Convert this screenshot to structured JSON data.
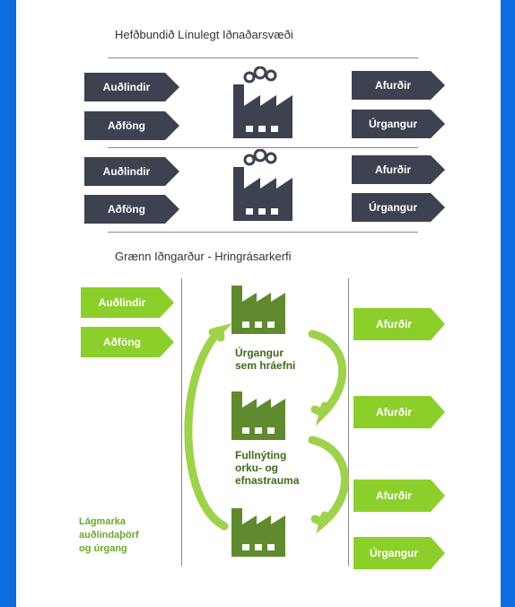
{
  "colors": {
    "background": "#0a6ede",
    "dark_arrow": "#3d4250",
    "green_arrow": "#8ccf2a",
    "green_factory": "#5f8a2e",
    "green_text": "#3e6b1a",
    "note_text": "#6aa829"
  },
  "linear": {
    "title": "Hefðbundið Línulegt Iðnaðarsvæði",
    "block1": {
      "inputs": [
        "Auðlindir",
        "Aðföng"
      ],
      "outputs": [
        "Afurðir",
        "Úrgangur"
      ],
      "icon": "factory-icon"
    },
    "block2": {
      "inputs": [
        "Auðlindir",
        "Aðföng"
      ],
      "outputs": [
        "Afurðir",
        "Úrgangur"
      ],
      "icon": "factory-icon"
    }
  },
  "circular": {
    "title": "Grænn Iðngarður - Hringrásarkerfi",
    "inputs": [
      "Auðlindir",
      "Aðföng"
    ],
    "outputs": [
      "Afurðir",
      "Afurðir",
      "Afurðir",
      "Úrgangur"
    ],
    "label1_line1": "Úrgangur",
    "label1_line2": "sem hráefni",
    "label2_line1": "Fullnýting",
    "label2_line2": "orku- og",
    "label2_line3": "efnastrauma",
    "note_line1": "Lágmarka",
    "note_line2": "auðlindaþörf",
    "note_line3": "og úrgang"
  }
}
